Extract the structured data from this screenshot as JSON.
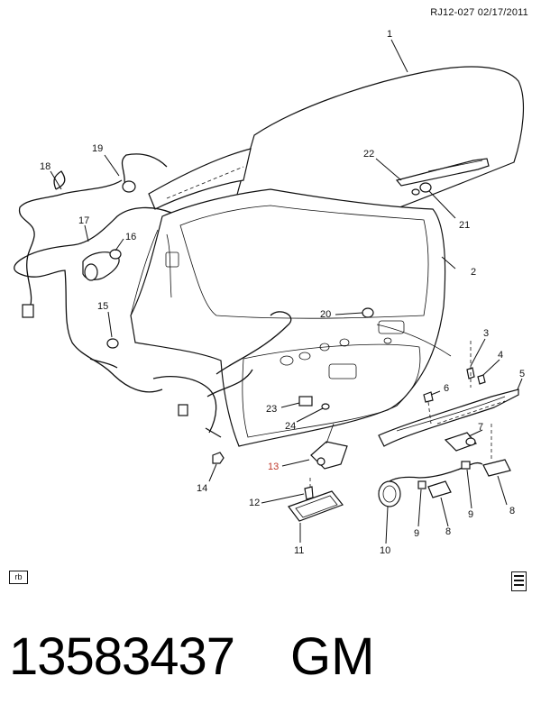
{
  "header": {
    "ref_code": "RJ12-027  02/17/2011"
  },
  "callouts": {
    "c1": "1",
    "c2": "2",
    "c3": "3",
    "c4": "4",
    "c5": "5",
    "c6": "6",
    "c7": "7",
    "c8a": "8",
    "c8b": "8",
    "c9a": "9",
    "c9b": "9",
    "c10": "10",
    "c11": "11",
    "c12": "12",
    "c13": "13",
    "c14": "14",
    "c15": "15",
    "c16": "16",
    "c17": "17",
    "c18": "18",
    "c19": "19",
    "c20": "20",
    "c21": "21",
    "c22": "22",
    "c23": "23",
    "c24": "24"
  },
  "highlight_color": "#c0392b",
  "footer": {
    "rb_label": "rb",
    "part_number": "13583437",
    "brand": "GM"
  },
  "icons": {
    "corner": "manual-page-icon"
  }
}
